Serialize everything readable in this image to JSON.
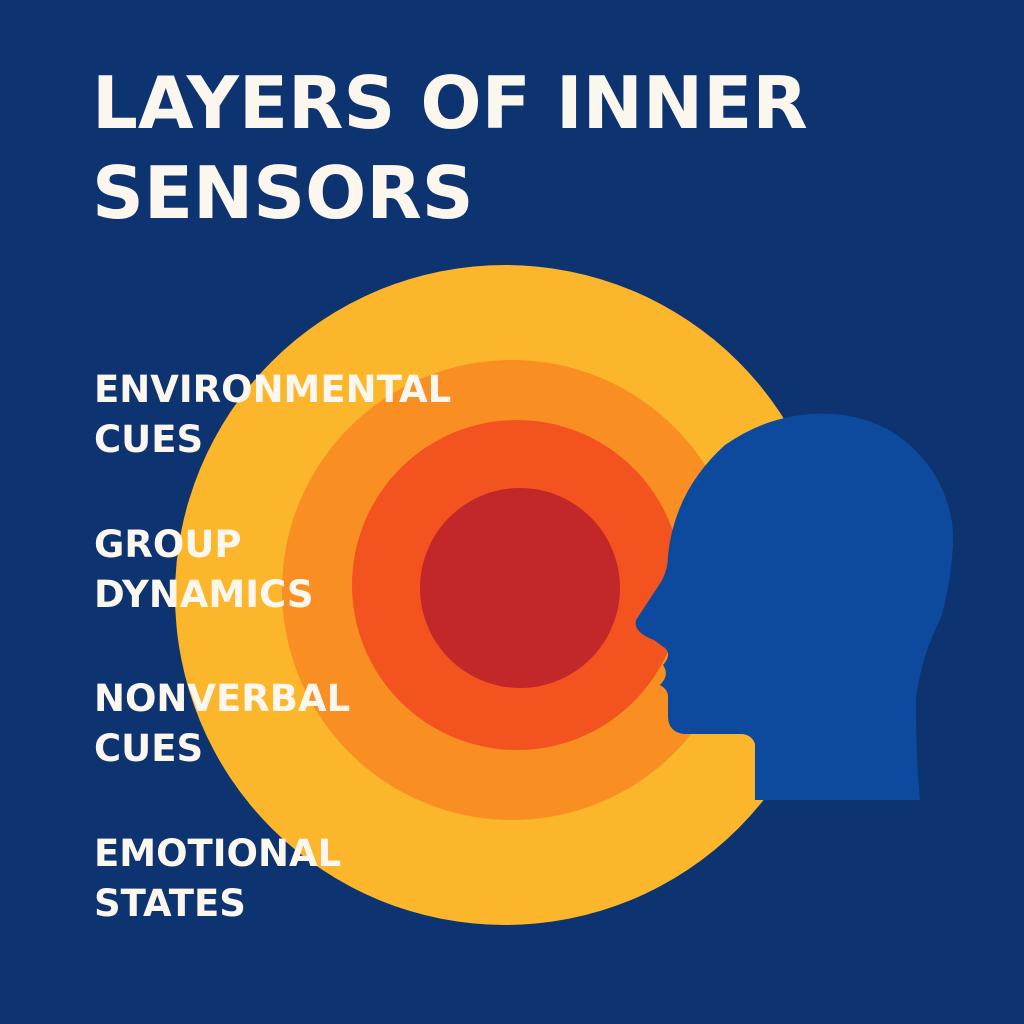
{
  "title": {
    "line1": "LAYERS OF INNER",
    "line2": "SENSORS"
  },
  "layers": [
    {
      "line1": "ENVIRONMENTAL",
      "line2": "CUES",
      "color": "#fbb62b"
    },
    {
      "line1": "GROUP",
      "line2": "DYNAMICS",
      "color": "#f98f22"
    },
    {
      "line1": "NONVERBAL",
      "line2": "CUES",
      "color": "#f3541f"
    },
    {
      "line1": "EMOTIONAL",
      "line2": "STATES",
      "color": "#c2272a"
    }
  ],
  "colors": {
    "background": "#0d3370",
    "head": "#0d4a9d",
    "text": "#fbf7ee"
  },
  "icons": {
    "head": "head-profile-icon"
  }
}
